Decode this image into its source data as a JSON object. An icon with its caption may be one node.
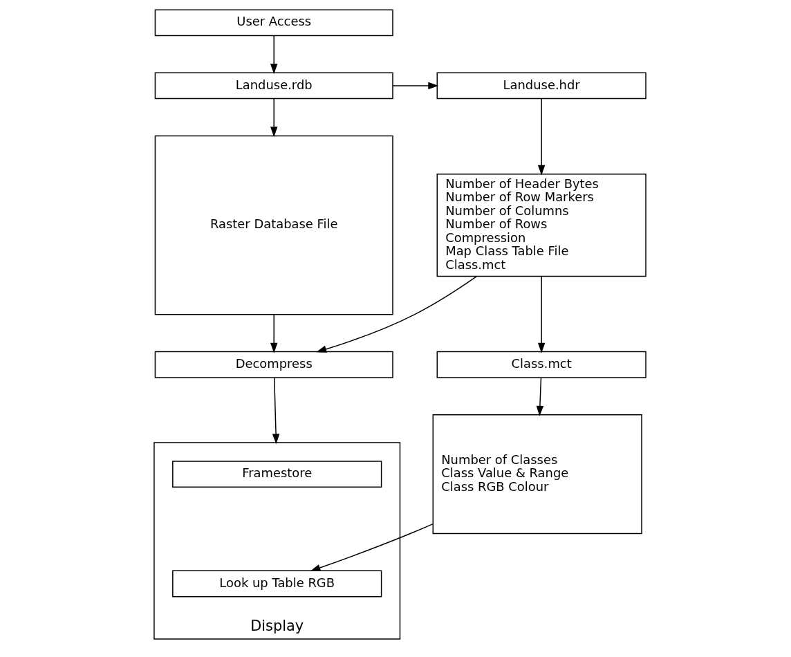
{
  "diagram": {
    "nodes": [
      {
        "text": [
          "User Access"
        ]
      },
      {
        "text": [
          "Landuse.rdb"
        ]
      },
      {
        "text": [
          "Landuse.hdr"
        ]
      },
      {
        "text": [
          "Raster Database File"
        ]
      },
      {
        "text": [
          "Number of Header Bytes",
          "Number of Row Markers",
          "Number of Columns",
          "Number of Rows",
          "Compression",
          "Map Class Table File",
          "Class.mct"
        ]
      },
      {
        "text": [
          "Decompress"
        ]
      },
      {
        "text": [
          "Class.mct"
        ]
      },
      {
        "text": [
          "Display"
        ]
      },
      {
        "text": [
          "Framestore"
        ],
        "in": 7
      },
      {
        "text": [
          "Look up Table RGB"
        ],
        "in": 7
      },
      {
        "text": [
          "Number of Classes",
          "Class Value & Range",
          "Class RGB Colour"
        ]
      }
    ],
    "edges": [
      {
        "from": 0,
        "to": 1,
        "arrow": "to"
      },
      {
        "from": 1,
        "to": 2,
        "arrow": "to"
      },
      {
        "from": 1,
        "to": 3,
        "arrow": "to"
      },
      {
        "from": 2,
        "to": 4,
        "arrow": "to"
      },
      {
        "from": 3,
        "to": 5,
        "arrow": "to"
      },
      {
        "from": 4,
        "to": 5,
        "arrow": "to"
      },
      {
        "from": 4,
        "to": 6,
        "arrow": "to"
      },
      {
        "from": 5,
        "to": 7,
        "arrow": "to"
      },
      {
        "from": 6,
        "to": 10,
        "arrow": "to"
      },
      {
        "from": 10,
        "to": 9,
        "arrow": "to"
      }
    ]
  }
}
